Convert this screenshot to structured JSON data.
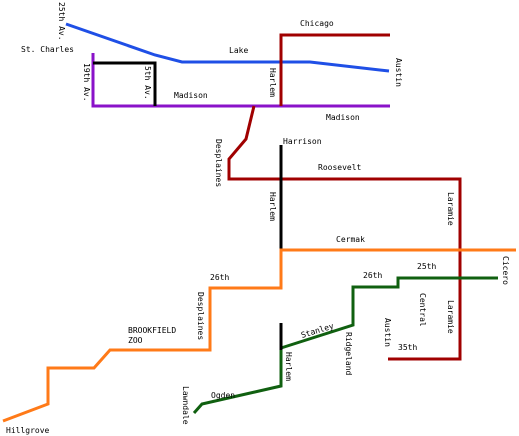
{
  "colors": {
    "blue": "#1f4fe6",
    "purple": "#8a12c9",
    "red": "#a00000",
    "black": "#000000",
    "orange": "#ff7a18",
    "green": "#106010"
  },
  "labels": {
    "ave25": "25th Av.",
    "st_charles": "St. Charles",
    "ave19": "19th Av.",
    "ave5": "5th Av.",
    "madison_w": "Madison",
    "lake": "Lake",
    "chicago": "Chicago",
    "harlem_top": "Harlem",
    "austin_top": "Austin",
    "madison_e": "Madison",
    "desplaines_n": "Desplaines",
    "harrison": "Harrison",
    "roosevelt": "Roosevelt",
    "harlem_mid": "Harlem",
    "laramie_n": "Laramie",
    "cermak": "Cermak",
    "st26_w": "26th",
    "st26_e": "26th",
    "st25": "25th",
    "cicero": "Cicero",
    "desplaines_s": "Desplaines",
    "central": "Central",
    "brookfield_1": "BROOKFIELD",
    "brookfield_2": "ZOO",
    "stanley": "Stanley",
    "ridgeland": "Ridgeland",
    "austin_s": "Austin",
    "laramie_s": "Laramie",
    "st35": "35th",
    "harlem_bot": "Harlem",
    "ogden": "Ogden",
    "lawndale": "Lawndale",
    "hillgrove": "Hillgrove"
  }
}
